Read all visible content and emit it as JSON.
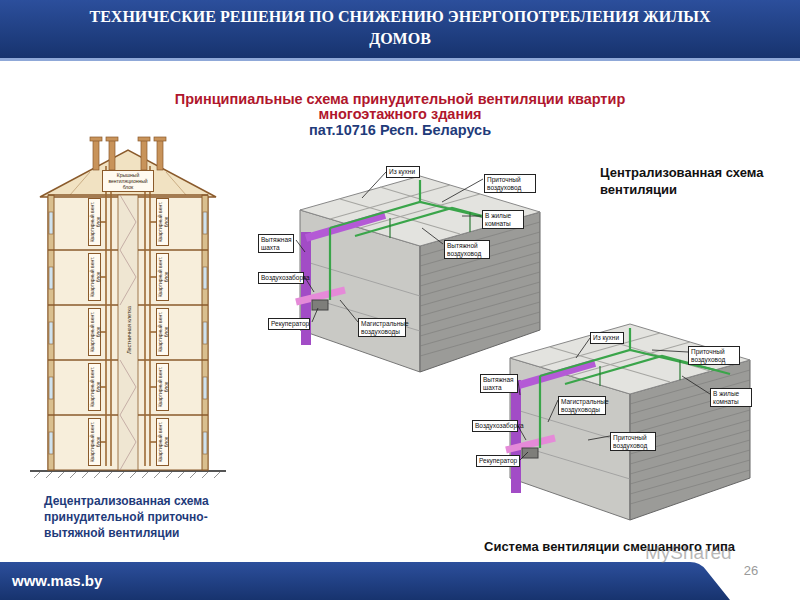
{
  "diagram": {
    "title": "ТЕХНИЧЕСКИЕ РЕШЕНИЯ ПО СНИЖЕНИЮ ЭНЕРГОПОТРЕБЛЕНИЯ ЖИЛЫХ ДОМОВ",
    "nodes": [
      {
        "text": [
          "Крышный вентиляционный блок"
        ]
      },
      {
        "text": [
          "Квартирный вент. блок"
        ]
      },
      {
        "text": [
          "Квартирный вент. блок"
        ]
      },
      {
        "text": [
          "Квартирный вент. блок"
        ]
      },
      {
        "text": [
          "Квартирный вент. блок"
        ]
      },
      {
        "text": [
          "Квартирный вент. блок"
        ]
      },
      {
        "text": [
          "Квартирный вент. блок"
        ]
      },
      {
        "text": [
          "Квартирный вент. блок"
        ]
      },
      {
        "text": [
          "Квартирный вент. блок"
        ]
      },
      {
        "text": [
          "Квартирный вент. блок"
        ]
      },
      {
        "text": [
          "Квартирный вент. блок"
        ]
      },
      {
        "text": [
          "Вытяжная шахта"
        ]
      },
      {
        "text": [
          "Воздухозаборка"
        ]
      },
      {
        "text": [
          "Рекуператор"
        ]
      },
      {
        "text": [
          "Магистральные воздуховоды"
        ]
      },
      {
        "text": [
          "Приточный воздуховод"
        ]
      },
      {
        "text": [
          "Вытяжной воздуховод"
        ]
      },
      {
        "text": [
          "В жилые комнаты"
        ]
      },
      {
        "text": [
          "Из кухни"
        ]
      },
      {
        "text": [
          "Вытяжная шахта"
        ]
      },
      {
        "text": [
          "Воздухозаборка"
        ]
      },
      {
        "text": [
          "Рекуператор"
        ]
      },
      {
        "text": [
          "Магистральные воздуховоды"
        ]
      },
      {
        "text": [
          "Приточный воздуховод"
        ]
      },
      {
        "text": [
          "Приточный воздуховод"
        ]
      },
      {
        "text": [
          "В жилые комнаты"
        ]
      },
      {
        "text": [
          "Из кухни"
        ]
      }
    ],
    "labels": [
      "Принципиальные схема принудительной вентиляции квартир многоэтажного здания",
      "пат.10716 Респ. Беларусь",
      "Централизованная схема вентиляции",
      "Децентрализованная схема принудительной приточно-вытяжной вентиляции",
      "Система вентиляции смешанного типа",
      "Лестничная клетка",
      "www.mas.by",
      "26",
      "MyShared"
    ]
  }
}
